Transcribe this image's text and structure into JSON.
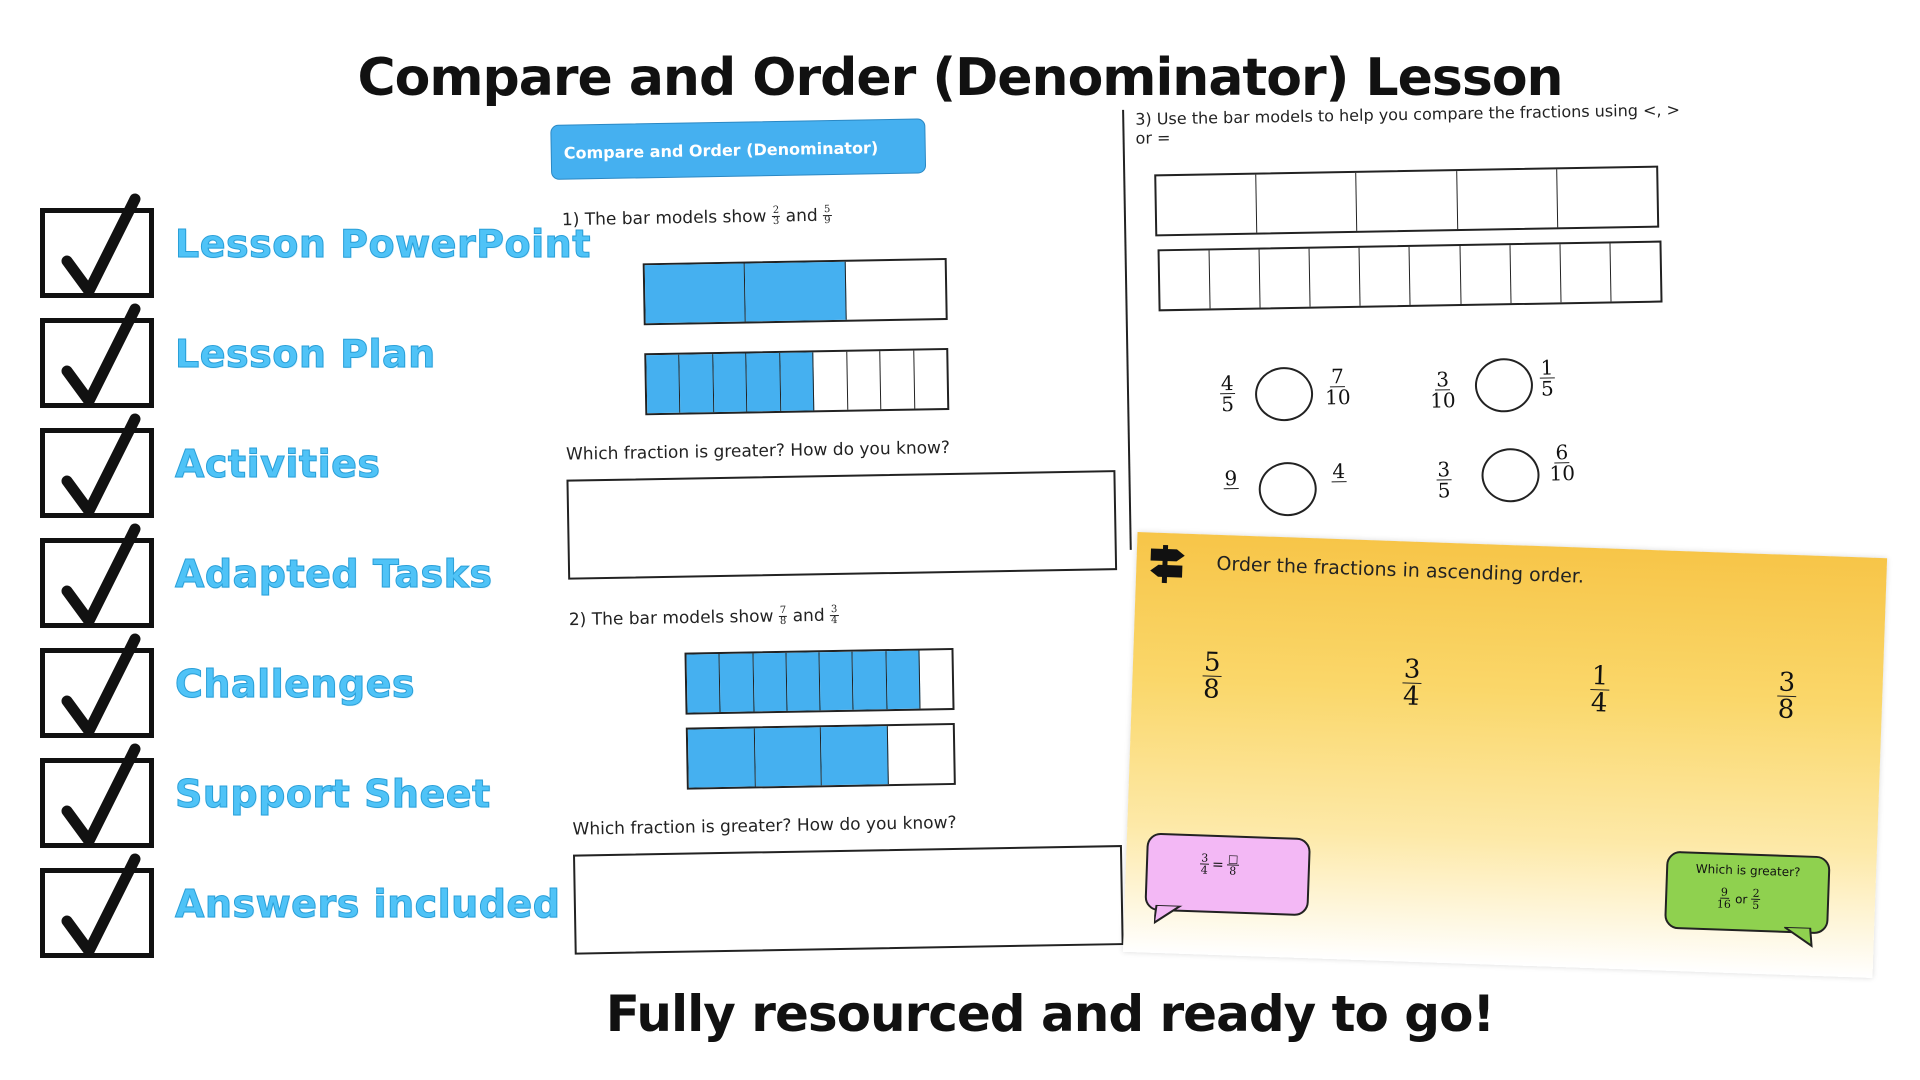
{
  "title": "Compare and Order (Denominator) Lesson",
  "subtitle": "Fully resourced and ready to go!",
  "checklist": [
    "Lesson PowerPoint",
    "Lesson Plan",
    "Activities",
    "Adapted Tasks",
    "Challenges",
    "Support Sheet",
    "Answers included"
  ],
  "colors": {
    "accent_text": "#4fc3f7",
    "bar_fill": "#45b0f0",
    "header_fill": "#45b0f0",
    "card": "#f7c548",
    "pink_bubble": "#f3b8f5",
    "green_bubble": "#8fd14f"
  },
  "worksheet": {
    "header": "Compare and Order (Denominator)",
    "q1": {
      "label": "1) The bar models show",
      "a": {
        "n": "2",
        "d": "3"
      },
      "and": "and",
      "b": {
        "n": "5",
        "d": "9"
      },
      "bars": [
        {
          "segments": 3,
          "filled": 2
        },
        {
          "segments": 9,
          "filled": 5
        }
      ]
    },
    "question": "Which fraction is greater? How do you know?",
    "q2": {
      "label": "2) The bar models show",
      "a": {
        "n": "7",
        "d": "8"
      },
      "and": "and",
      "b": {
        "n": "3",
        "d": "4"
      },
      "bars": [
        {
          "segments": 8,
          "filled": 7
        },
        {
          "segments": 4,
          "filled": 3
        }
      ]
    },
    "q3": {
      "label": "3) Use the bar models to help you compare the fractions using <, >",
      "label2": "or =",
      "bars": [
        {
          "segments": 5,
          "filled": 0
        },
        {
          "segments": 10,
          "filled": 0
        }
      ],
      "pairs": [
        {
          "a": {
            "n": "4",
            "d": "5"
          },
          "b": {
            "n": "7",
            "d": "10"
          }
        },
        {
          "a": {
            "n": "3",
            "d": "10"
          },
          "b": {
            "n": "1",
            "d": "5"
          }
        },
        {
          "a": {
            "n": "9",
            "d": ""
          },
          "b": {
            "n": "4",
            "d": ""
          }
        },
        {
          "a": {
            "n": "3",
            "d": "5"
          },
          "b": {
            "n": "6",
            "d": "10"
          }
        }
      ]
    }
  },
  "order_card": {
    "instruction": "Order the fractions in ascending order.",
    "fractions": [
      {
        "n": "5",
        "d": "8"
      },
      {
        "n": "3",
        "d": "4"
      },
      {
        "n": "1",
        "d": "4"
      },
      {
        "n": "3",
        "d": "8"
      }
    ],
    "hint": {
      "a": {
        "n": "3",
        "d": "4"
      },
      "eq": "=",
      "b": {
        "n": "□",
        "d": "8"
      }
    },
    "challenge": {
      "label": "Which is greater?",
      "a": {
        "n": "9",
        "d": "16"
      },
      "or": "or",
      "b": {
        "n": "2",
        "d": "5"
      }
    }
  }
}
